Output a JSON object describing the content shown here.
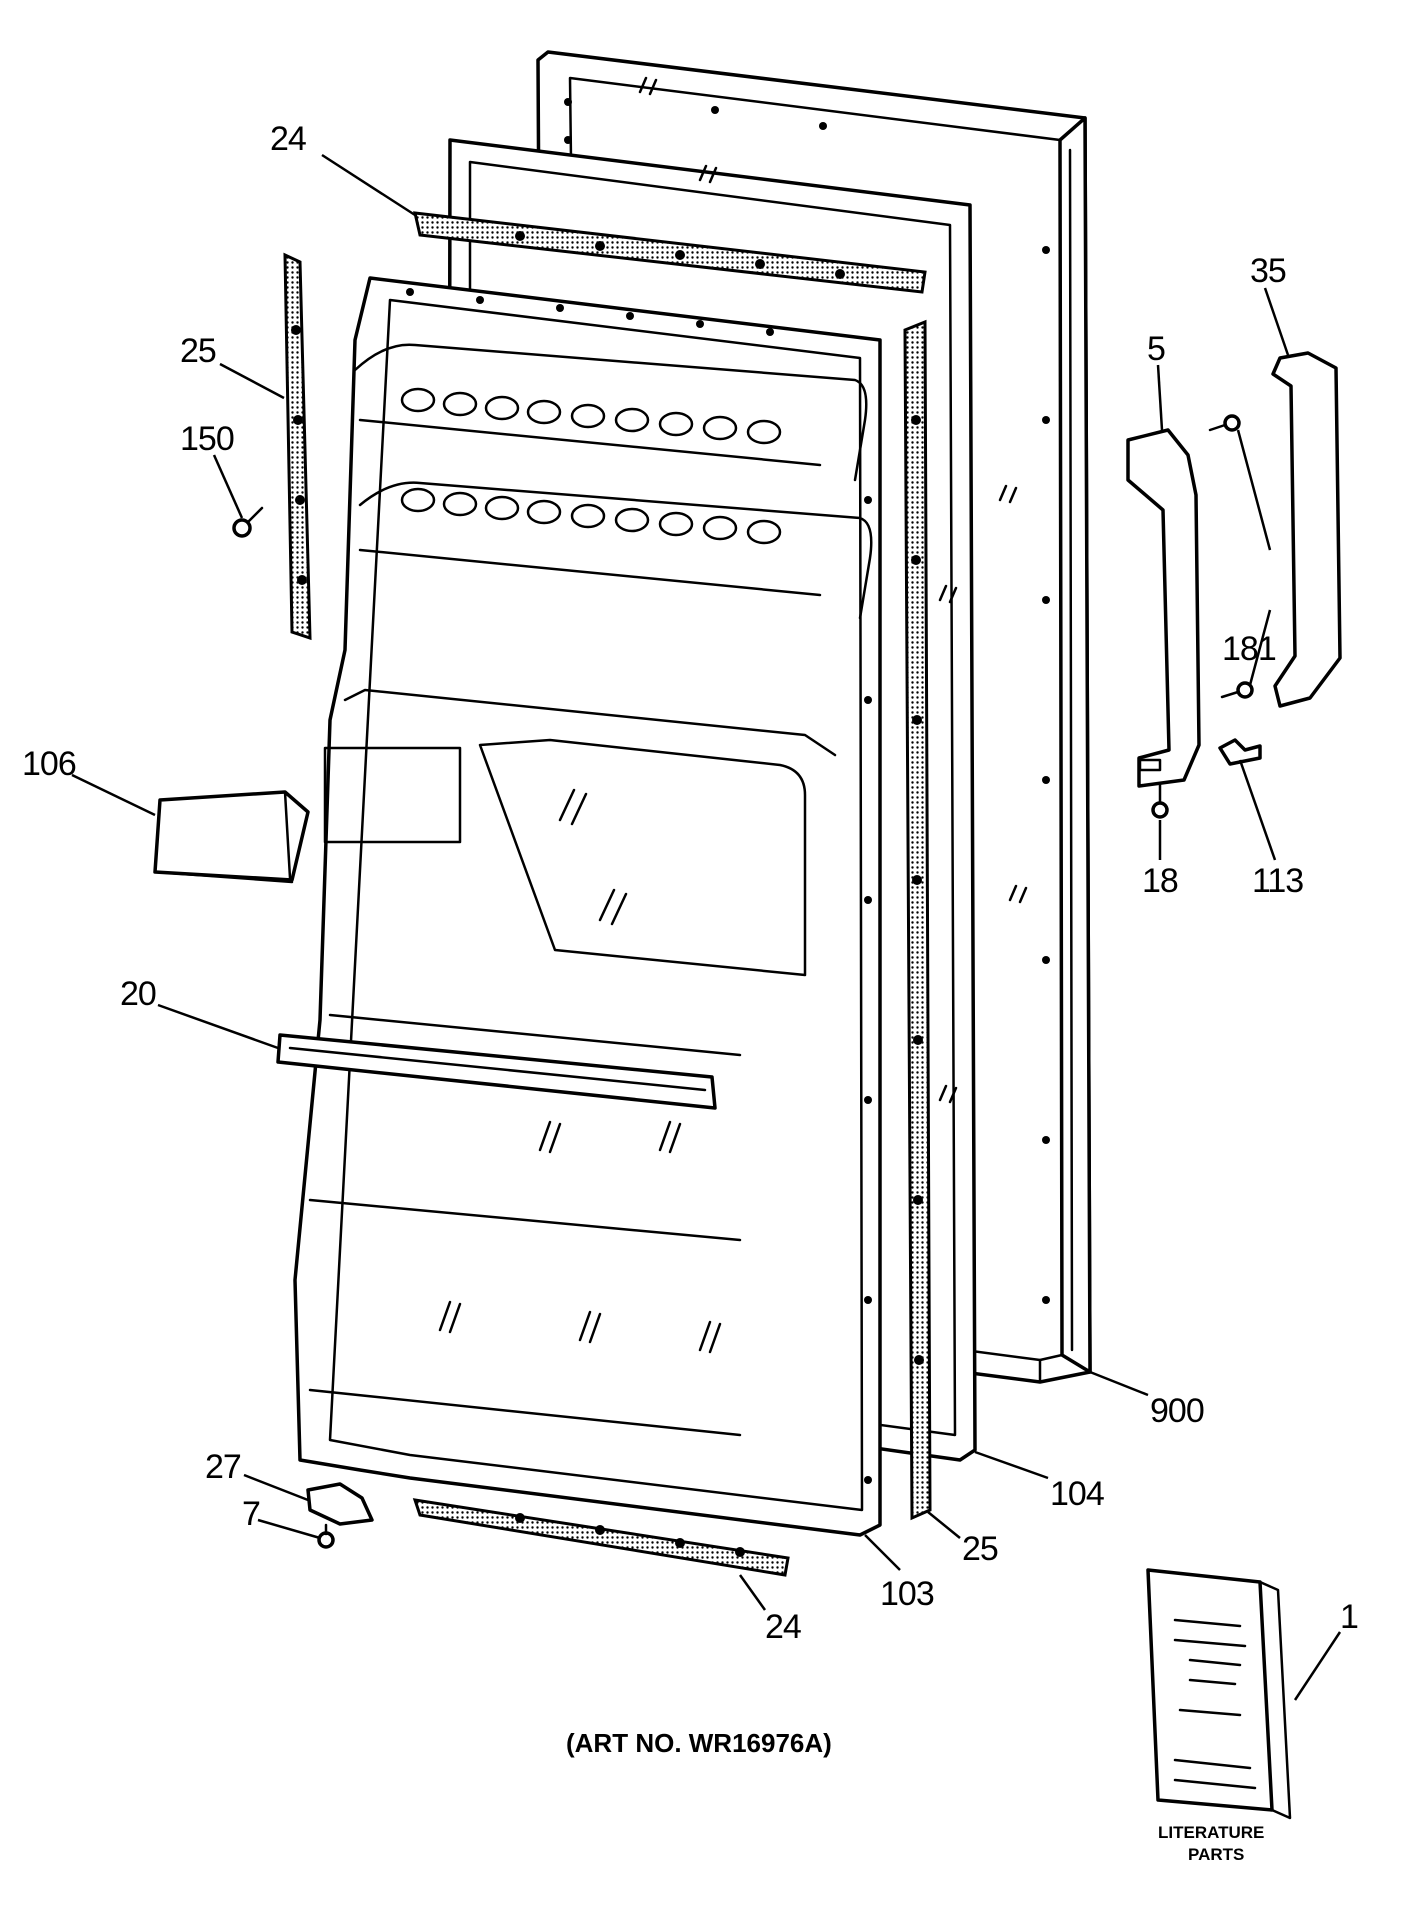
{
  "title": "",
  "caption": "(ART NO. WR16976A)",
  "callouts": {
    "c24_top": "24",
    "c25_left": "25",
    "c150": "150",
    "c106": "106",
    "c20": "20",
    "c27": "27",
    "c7": "7",
    "c24_bottom": "24",
    "c103": "103",
    "c25_right": "25",
    "c104": "104",
    "c900": "900",
    "c35": "35",
    "c5": "5",
    "c181": "181",
    "c18": "18",
    "c113": "113",
    "c1": "1"
  },
  "literature_label_line1": "LITERATURE",
  "literature_label_line2": "PARTS"
}
